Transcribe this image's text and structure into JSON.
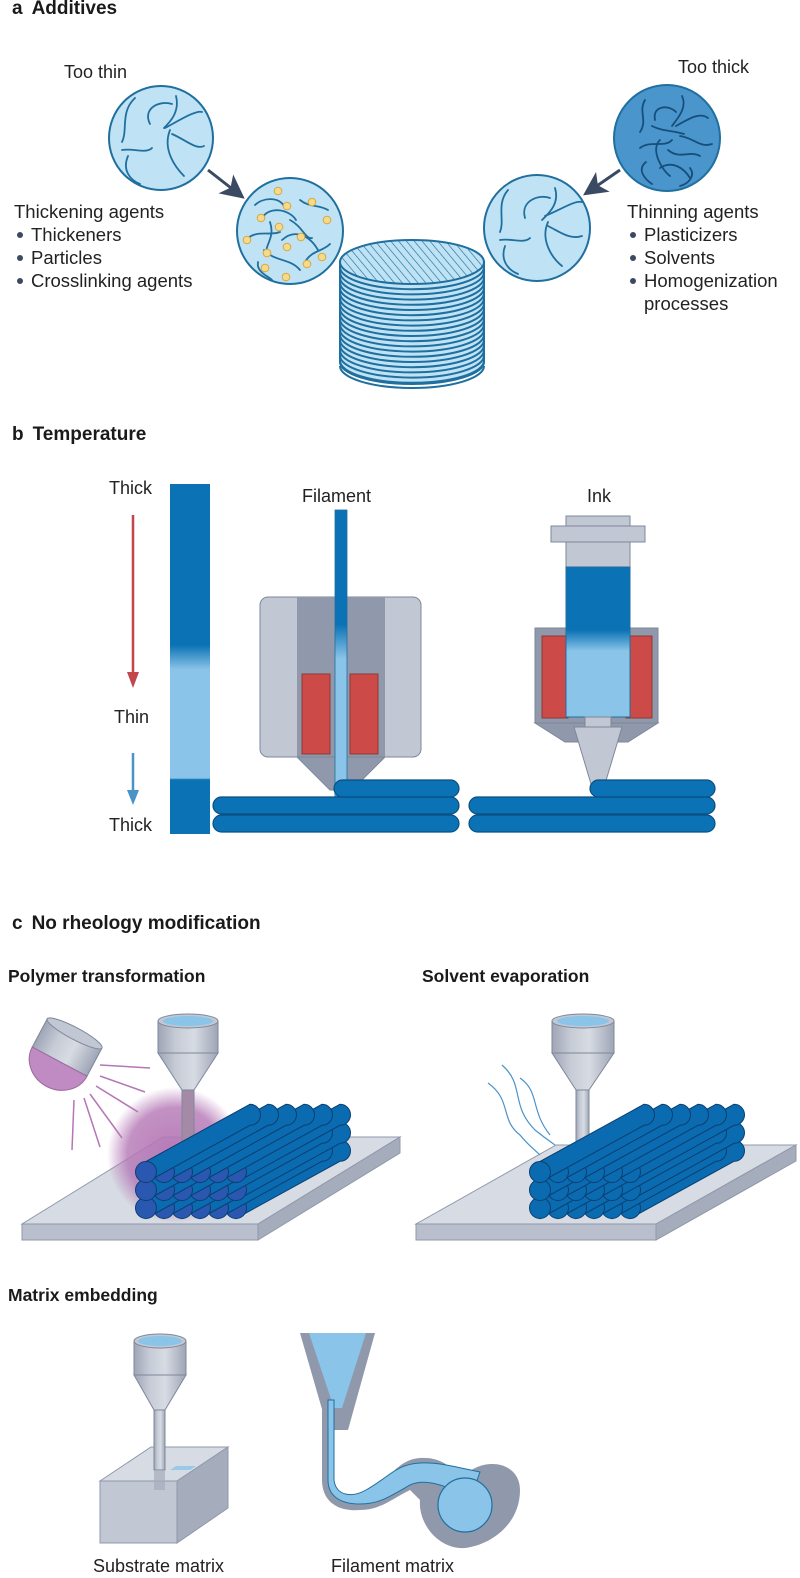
{
  "colors": {
    "light_blue": "#bfe3f5",
    "stroke_blue": "#1f6f9f",
    "dark_blue": "#0b72b5",
    "thin_blue": "#8ac4e8",
    "dense_blue": "#4a95cc",
    "particle_yellow": "#f6d98a",
    "heater_red": "#cc4a47",
    "nozzle_gray": "#c2c7d4",
    "nozzle_dark_gray": "#8f99ab",
    "arrow_red": "#c0474a",
    "arrow_blue": "#4a93c9",
    "arrow_navy": "#3a4a63",
    "uv_purple": "#b476b5",
    "plate_gray": "#d7dbe3"
  },
  "panel_a": {
    "letter": "a",
    "title": "Additives",
    "too_thin_label": "Too thin",
    "too_thick_label": "Too thick",
    "thickening": {
      "title": "Thickening agents",
      "items": [
        "Thickeners",
        "Particles",
        "Crosslinking agents"
      ]
    },
    "thinning": {
      "title": "Thinning agents",
      "items": [
        "Plasticizers",
        "Solvents",
        "Homogenization",
        "processes"
      ]
    }
  },
  "panel_b": {
    "letter": "b",
    "title": "Temperature",
    "scale_labels": {
      "top": "Thick",
      "middle": "Thin",
      "bottom": "Thick"
    },
    "filament_label": "Filament",
    "ink_label": "Ink"
  },
  "panel_c": {
    "letter": "c",
    "title": "No rheology modification",
    "polymer_transformation": "Polymer transformation",
    "solvent_evaporation": "Solvent evaporation",
    "matrix_embedding": "Matrix embedding",
    "substrate_matrix": "Substrate matrix",
    "filament_matrix": "Filament matrix"
  }
}
